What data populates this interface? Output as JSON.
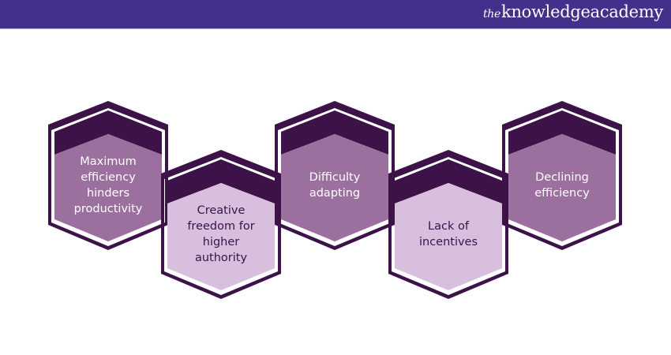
{
  "header": {
    "brand_prefix": "the",
    "brand_name": "knowledgeacademy",
    "background_color": "#43308a"
  },
  "diagram": {
    "type": "hexagon-chain",
    "colors": {
      "outline": "#3d1249",
      "cap": "#3d1249",
      "body_medium": "#9b709f",
      "body_light": "#d7bfdd",
      "text_on_medium": "#ffffff",
      "text_on_light": "#3d1249"
    },
    "items": [
      {
        "label": "Maximum efficiency hinders productivity",
        "lines": [
          "Maximum",
          "efficiency",
          "hinders",
          "productivity"
        ],
        "row": "top",
        "shade": "medium"
      },
      {
        "label": "Creative freedom for higher authority",
        "lines": [
          "Creative",
          "freedom for",
          "higher",
          "authority"
        ],
        "row": "bottom",
        "shade": "light"
      },
      {
        "label": "Difficulty adapting",
        "lines": [
          "Difficulty",
          "adapting"
        ],
        "row": "top",
        "shade": "medium"
      },
      {
        "label": "Lack of incentives",
        "lines": [
          "Lack of",
          "incentives"
        ],
        "row": "bottom",
        "shade": "light"
      },
      {
        "label": "Declining efficiency",
        "lines": [
          "Declining",
          "efficiency"
        ],
        "row": "top",
        "shade": "medium"
      }
    ]
  }
}
